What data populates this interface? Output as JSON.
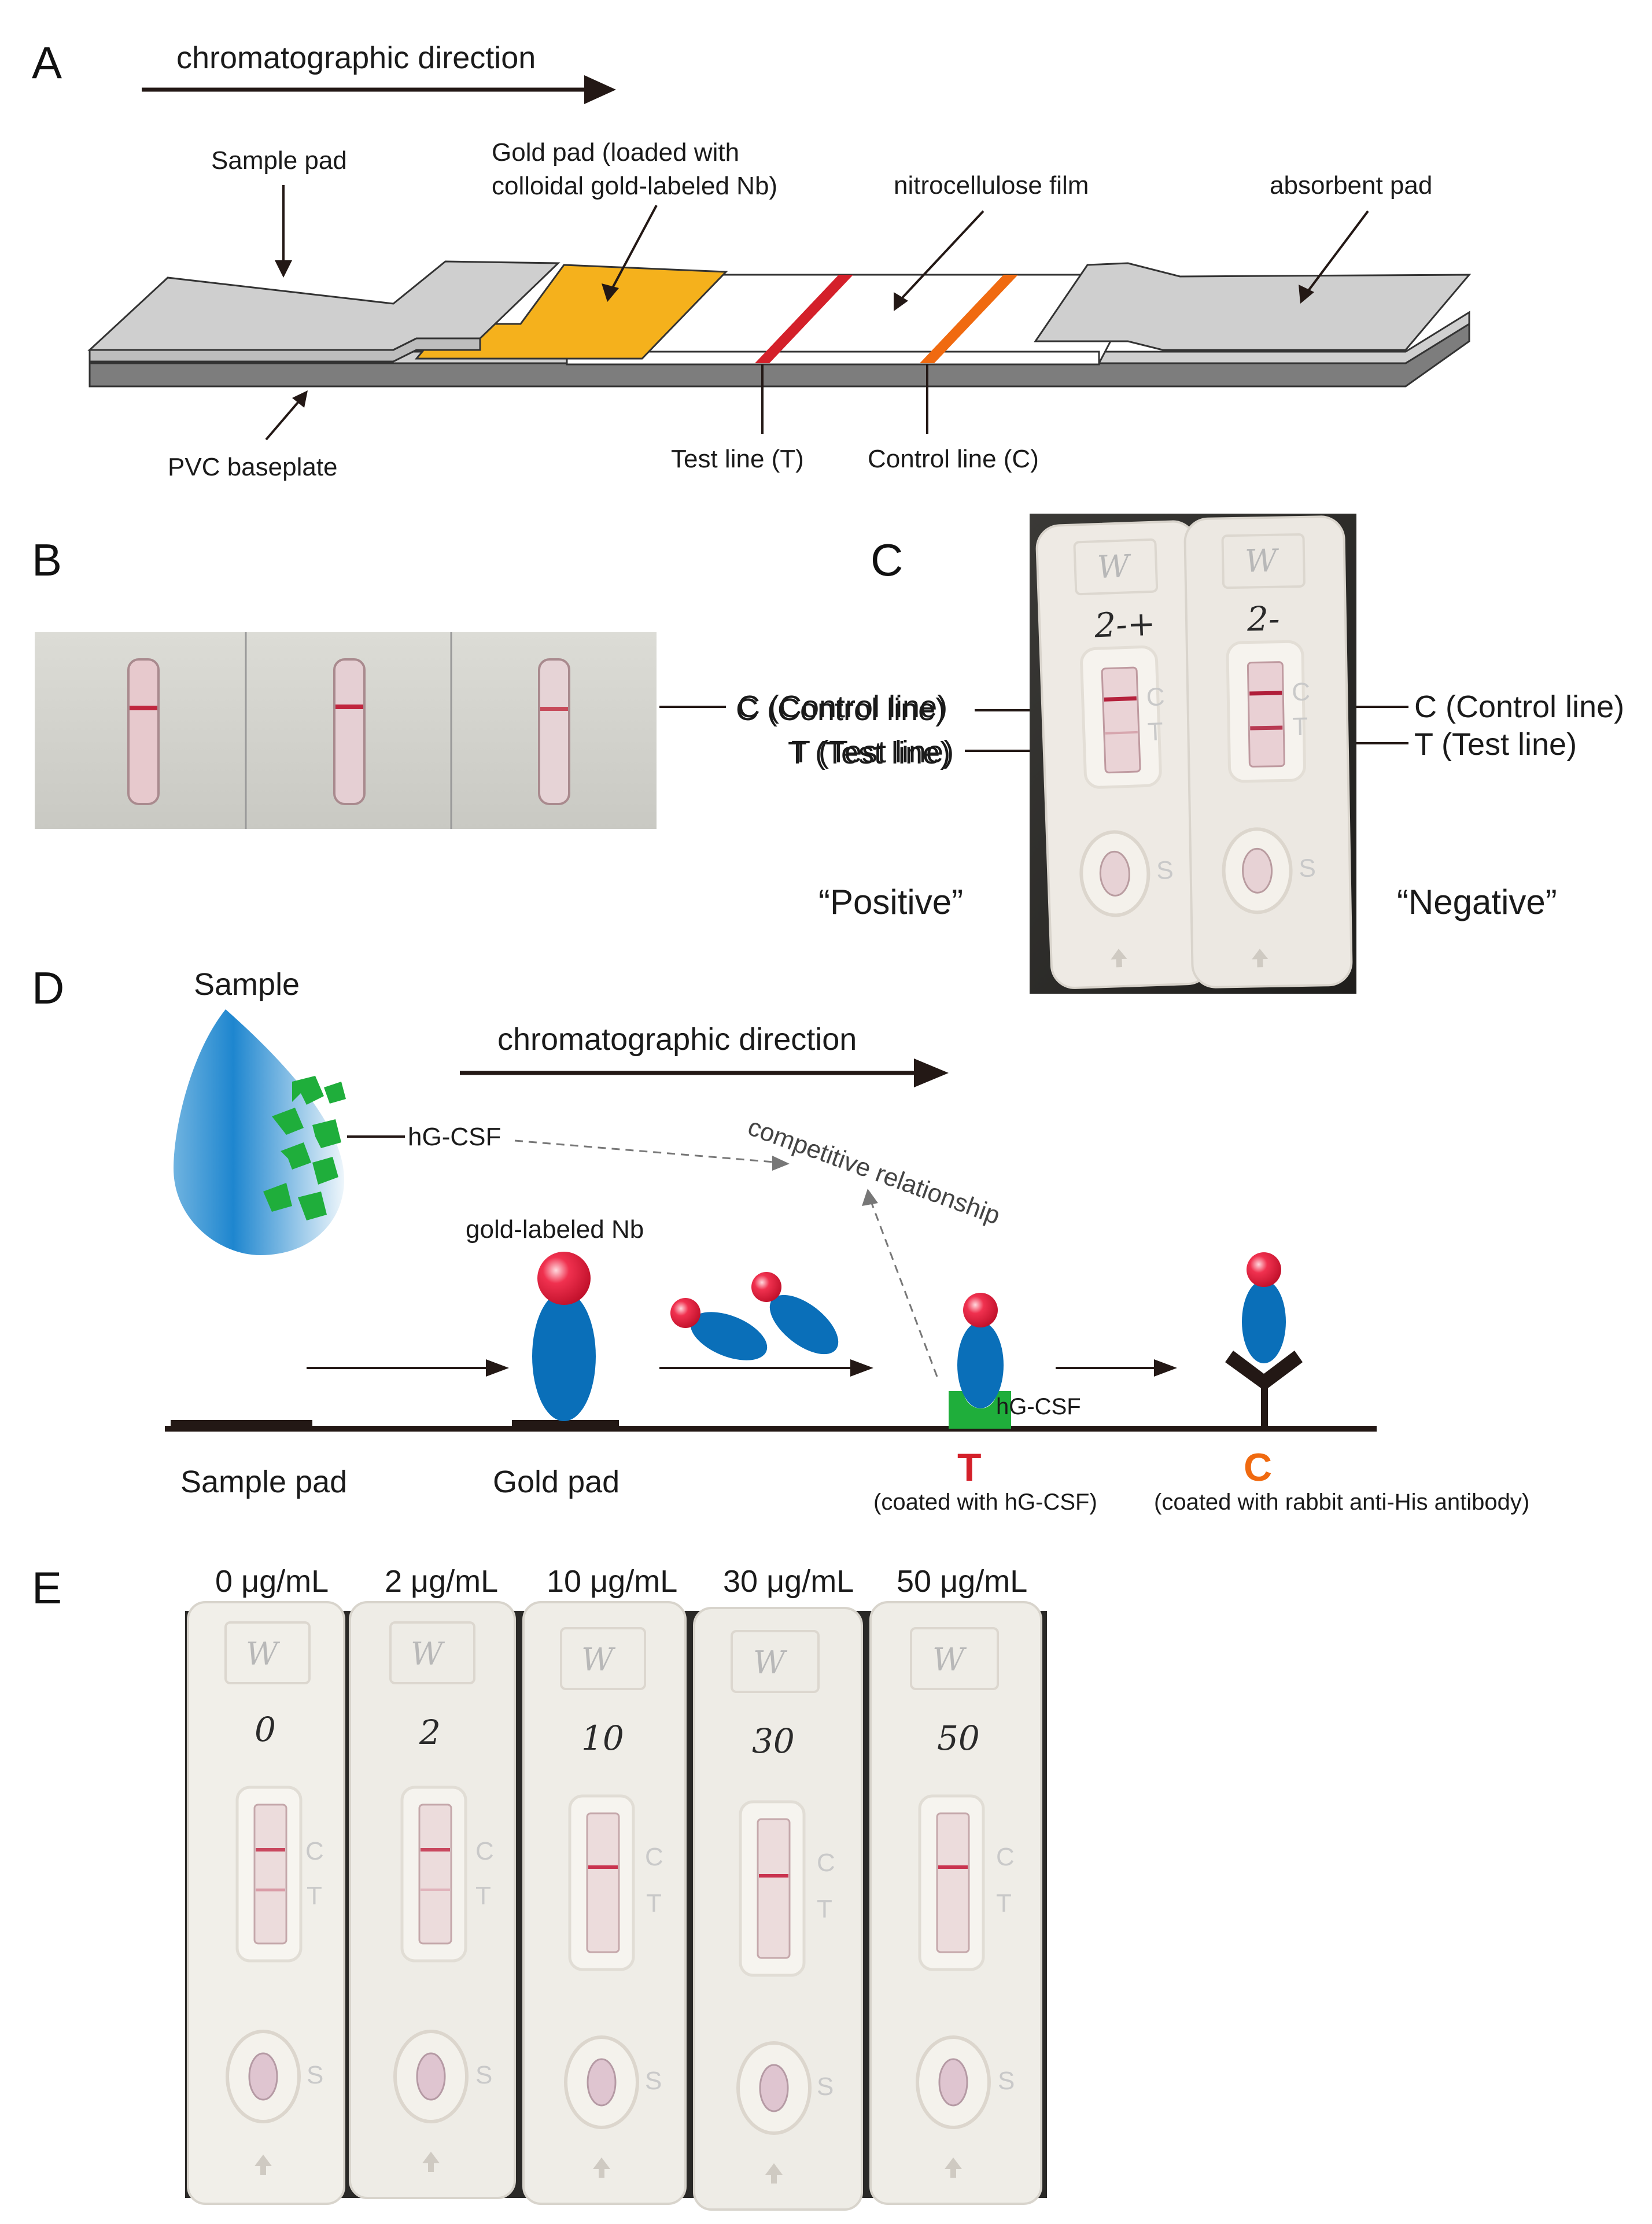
{
  "panels": {
    "a": "A",
    "b": "B",
    "c": "C",
    "d": "D",
    "e": "E"
  },
  "panel_a": {
    "direction": "chromatographic direction",
    "sample_pad": "Sample pad",
    "gold_pad_line1": "Gold pad (loaded with",
    "gold_pad_line2": "colloidal gold-labeled Nb)",
    "nitrocellulose": "nitrocellulose film",
    "absorbent": "absorbent pad",
    "pvc": "PVC baseplate",
    "test_line": "Test line (T)",
    "control_line": "Control line (C)"
  },
  "panel_b": {
    "control": "C (Control line)",
    "test": "T (Test line)"
  },
  "panel_c": {
    "control_left": "C (Control line)",
    "test_left": "T (Test line)",
    "control_right": "C (Control line)",
    "test_right": "T (Test line)",
    "positive": "“Positive”",
    "negative": "“Negative”",
    "hand_left": "2-+",
    "hand_right": "2-",
    "logo": "W"
  },
  "panel_d": {
    "sample": "Sample",
    "direction": "chromatographic direction",
    "hgcsf": "hG-CSF",
    "competitive": "competitive relationship",
    "gold_nb": "gold-labeled Nb",
    "hgcsf_small": "hG-CSF",
    "sample_pad": "Sample pad",
    "gold_pad": "Gold pad",
    "t_letter": "T",
    "t_caption": "(coated with hG-CSF)",
    "c_letter": "C",
    "c_caption": "(coated with rabbit anti-His antibody)"
  },
  "panel_e": {
    "concentrations": [
      "0 μg/mL",
      "2 μg/mL",
      "10 μg/mL",
      "30 μg/mL",
      "50 μg/mL"
    ],
    "handwritten": [
      "0",
      "2",
      "10",
      "30",
      "50"
    ],
    "cassette_c": "C",
    "cassette_t": "T",
    "cassette_s": "S",
    "logo": "W"
  },
  "colors": {
    "gold_pad": "#f5b11c",
    "test_line": "#d4202a",
    "control_line": "#f06a10",
    "antibody_body": "#0a6fb9",
    "gold_particle": "#e0223a",
    "antigen": "#1fae3b",
    "t_letter": "#d4202a",
    "c_letter": "#f06a10"
  }
}
